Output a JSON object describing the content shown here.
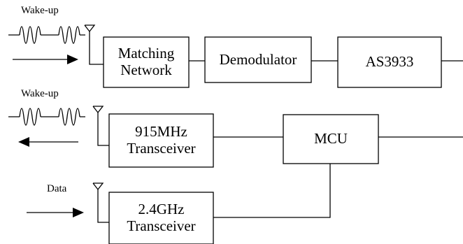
{
  "signals": {
    "wakeup_rx": "Wake-up",
    "wakeup_tx": "Wake-up",
    "data": "Data"
  },
  "blocks": {
    "matching_network": {
      "line1": "Matching",
      "line2": "Network"
    },
    "demodulator": "Demodulator",
    "as3933": "AS3933",
    "transceiver_915": {
      "line1": "915MHz",
      "line2": "Transceiver"
    },
    "mcu": "MCU",
    "transceiver_24": {
      "line1": "2.4GHz",
      "line2": "Transceiver"
    }
  }
}
